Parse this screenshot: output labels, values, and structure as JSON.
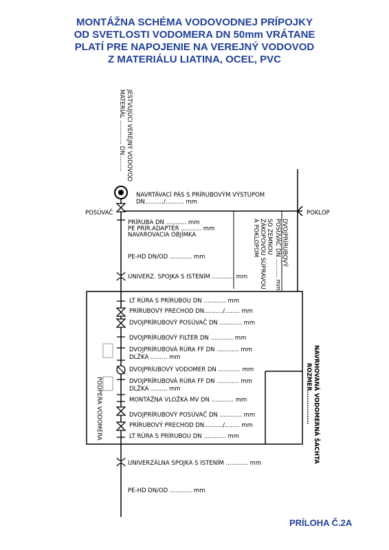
{
  "title": {
    "line1": "MONTÁŽNA SCHÉMA VODOVODNEJ PRÍPOJKY",
    "line2": "OD SVETLOSTI VODOMERA DN 50mm VRÁTANE",
    "line3": "PLATÍ PRE NAPOJENIE NA VEREJNÝ VODOVOD",
    "line4": "Z MATERIÁLU LIATINA, OCEĽ, PVC"
  },
  "labels": {
    "existing_main_1": "JESTVUJÚCI VEREJNÝ VODOVOD",
    "existing_main_2": "MATERIÁL ............. DN.........",
    "tapping_band_1": "NAVRTÁVACÍ PÁS S PRÍRUBOVÝM VÝSTUPOM",
    "tapping_band_2": "DN........../.......... mm",
    "valve_left": "POSÚVAČ",
    "floor_cover": "POKLOP",
    "flange": "PRÍRUBA DN ........... mm",
    "pe_adapter": "PE PRÍR.ADAPTÉR ........... mm",
    "weld_fitting": "NAVAROVACIA OBJÍMKA",
    "pe_hd_1": "PE-HD DN/OD ............ mm",
    "univ_joint_1": "UNIVERZ. SPOJKA S ISTENÍM ............ mm",
    "vertical_valve_a_1": "DVOJPRÍRUBOVÝ",
    "vertical_valve_a_2": "POSÚVAČ DN .......... mm",
    "vertical_valve_b_1": "SO ZEMNOU",
    "vertical_valve_b_2": "ZÁKOPOVOU SÚPRAVOU",
    "vertical_valve_b_3": "A POKLOPOM",
    "lt_pipe_1": "LT RÚRA S PRÍRUBOU  DN ............ mm",
    "flange_transition_1": "PRÍRUBOVÝ PRECHOD  DN........../........ mm",
    "double_flange_valve_1": "DVOJPRÍRUBOVÝ POSÚVAČ  DN ............ mm",
    "double_flange_filter": "DVOJPRÍRUBOVÝ FILTER  DN ............ mm",
    "ff_pipe_1": "DVOJPRÍRUBOVÁ RÚRA FF DN ............ mm",
    "length_1": "DLŽKA ......... mm",
    "water_meter": "DVOJPRÍUBOVÝ VODOMER  DN ............ mm",
    "ff_pipe_2": "DVOJPRÍRUBOVÁ RÚRA FF DN ............ mm",
    "length_2": "DLŽKA ......... mm",
    "mounting_insert": "MONTÁŽNA VLOŽKA MV DN  ............ mm",
    "double_flange_valve_2": "DVOJPRÍRUBOVÝ POSÚVAČ  DN ............ mm",
    "flange_transition_2": "PRÍRUBOVÝ PRECHOD  DN........../........ mm",
    "lt_pipe_2": "LT RÚRA S PRÍRUBOU  DN ............ mm",
    "meter_support": "PODPERA VODOMERA",
    "shaft_1": "NAVRHOVANÁ VODOMERNÁ ŠACHTA",
    "shaft_2": "ROZMER...............",
    "univ_joint_2": "UNIVERZÁLNA SPOJKA S ISTENÍM ............ mm",
    "pe_hd_2": "PE-HD DN/OD ............ mm"
  },
  "appendix": "PRÍLOHA Č.2A",
  "colors": {
    "title": "#1f3f9a",
    "line": "#000000"
  }
}
